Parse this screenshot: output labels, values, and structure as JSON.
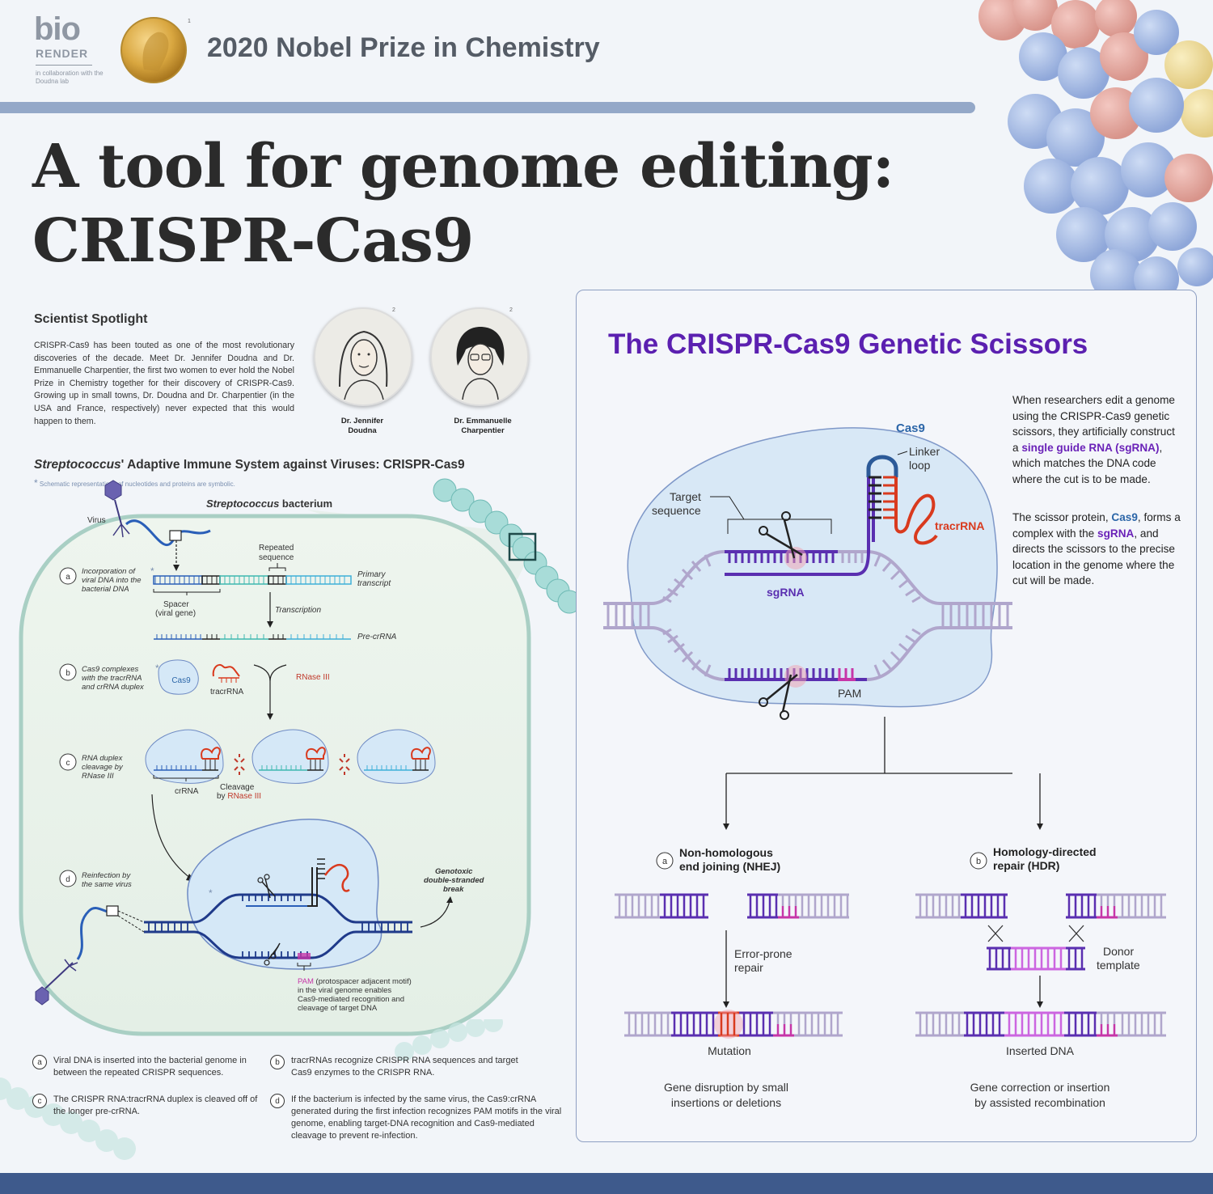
{
  "header": {
    "logo_bio": "bio",
    "logo_render": "RENDER",
    "logo_collab": "in collaboration with the Doudna lab",
    "medal_ref": "1",
    "title": "2020 Nobel Prize in Chemistry"
  },
  "main_title": {
    "line1": "A tool for genome editing:",
    "line2": "CRISPR-Cas9"
  },
  "spotlight": {
    "heading": "Scientist Spotlight",
    "text": "CRISPR-Cas9 has been touted as one of the most revolutionary discoveries of the decade. Meet Dr. Jennifer Doudna and Dr. Emmanuelle Charpentier, the first two women to ever hold the Nobel Prize in Chemistry together for their discovery of CRISPR-Cas9. Growing up in small towns, Dr. Doudna and Dr. Charpentier (in the USA and France, respectively) never expected that this would happen to them.",
    "scientists": [
      {
        "name_line1": "Dr. Jennifer",
        "name_line2": "Doudna",
        "ref": "2"
      },
      {
        "name_line1": "Dr. Emmanuelle",
        "name_line2": "Charpentier",
        "ref": "2"
      }
    ]
  },
  "streptococcus": {
    "heading_italic": "Streptococcus",
    "heading_rest": "' Adaptive Immune System against Viruses: CRISPR-Cas9",
    "note_star": "*",
    "note": "Schematic representations of nucleotides and proteins are symbolic.",
    "bacterium_italic": "Streptococcus",
    "bacterium_rest": " bacterium",
    "labels": {
      "virus": "Virus",
      "step_a_1": "Incorporation of",
      "step_a_2": "viral DNA into the",
      "step_a_3": "bacterial DNA",
      "repeated_1": "Repeated",
      "repeated_2": "sequence",
      "primary_1": "Primary",
      "primary_2": "transcript",
      "spacer_1": "Spacer",
      "spacer_2": "(viral gene)",
      "transcription": "Transcription",
      "pre_crrna": "Pre-crRNA",
      "step_b_1": "Cas9 complexes",
      "step_b_2": "with the tracrRNA",
      "step_b_3": "and crRNA duplex",
      "cas9": "Cas9",
      "tracrrna": "tracrRNA",
      "rnase3": "RNase III",
      "step_c_1": "RNA duplex",
      "step_c_2": "cleavage by",
      "step_c_3": "RNase III",
      "crrna": "crRNA",
      "cleavage_1": "Cleavage",
      "cleavage_by": "by ",
      "cleavage_rnase": "RNase III",
      "step_d_1": "Reinfection by",
      "step_d_2": "the same virus",
      "genotoxic_1": "Genotoxic",
      "genotoxic_2": "double-stranded",
      "genotoxic_3": "break",
      "pam": "PAM",
      "pam_rest_1": " (protospacer adjacent motif)",
      "pam_rest_2": "in the viral genome enables",
      "pam_rest_3": "Cas9-mediated recognition and",
      "pam_rest_4": "cleavage of target DNA"
    },
    "legend": [
      {
        "letter": "a",
        "text": "Viral DNA is inserted into the bacterial genome in between the repeated CRISPR sequences."
      },
      {
        "letter": "b",
        "text": "tracrRNAs recognize CRISPR RNA sequences and target Cas9 enzymes to the CRISPR RNA."
      },
      {
        "letter": "c",
        "text": "The CRISPR RNA:tracrRNA duplex is cleaved off of the longer pre-crRNA."
      },
      {
        "letter": "d",
        "text": "If the bacterium is infected by the same virus, the Cas9:crRNA generated during the first infection recognizes PAM motifs in the viral genome, enabling target-DNA recognition and Cas9-mediated cleavage to prevent re-infection."
      }
    ]
  },
  "scissors": {
    "title": "The CRISPR-Cas9 Genetic Scissors",
    "labels": {
      "cas9": "Cas9",
      "linker_1": "Linker",
      "linker_2": "loop",
      "target_1": "Target",
      "target_2": "sequence",
      "tracrrna": "tracrRNA",
      "sgrna": "sgRNA",
      "pam": "PAM"
    },
    "desc1": {
      "t1": "When researchers edit a genome using the CRISPR-Cas9 genetic scissors, they artificially construct a ",
      "b1": "single guide RNA (sgRNA)",
      "t2": ", which matches the DNA code where the cut is to be made."
    },
    "desc2": {
      "t1": "The scissor protein, ",
      "b1": "Cas9",
      "t2": ", forms a complex with the ",
      "b2": "sgRNA",
      "t3": ", and directs the scissors to the precise location in the genome where the cut will be made."
    },
    "nhej": {
      "letter": "a",
      "title_1": "Non-homologous",
      "title_2": "end joining (NHEJ)",
      "step_1": "Error-prone",
      "step_2": "repair",
      "result": "Mutation",
      "outcome_1": "Gene disruption by small",
      "outcome_2": "insertions or deletions"
    },
    "hdr": {
      "letter": "b",
      "title_1": "Homology-directed",
      "title_2": "repair (HDR)",
      "donor_1": "Donor",
      "donor_2": "template",
      "result": "Inserted DNA",
      "outcome_1": "Gene correction or insertion",
      "outcome_2": "by assisted recombination"
    }
  },
  "colors": {
    "purple": "#5b20b0",
    "dna_light": "#a99bc4",
    "dna_dark": "#5a2fb0",
    "blue_dna": "#2a5fb8",
    "teal_dna": "#3fb8b0",
    "tracr_red": "#d93a1e",
    "pam_magenta": "#c636a8",
    "bottom_bar": "#3e5a8c"
  }
}
